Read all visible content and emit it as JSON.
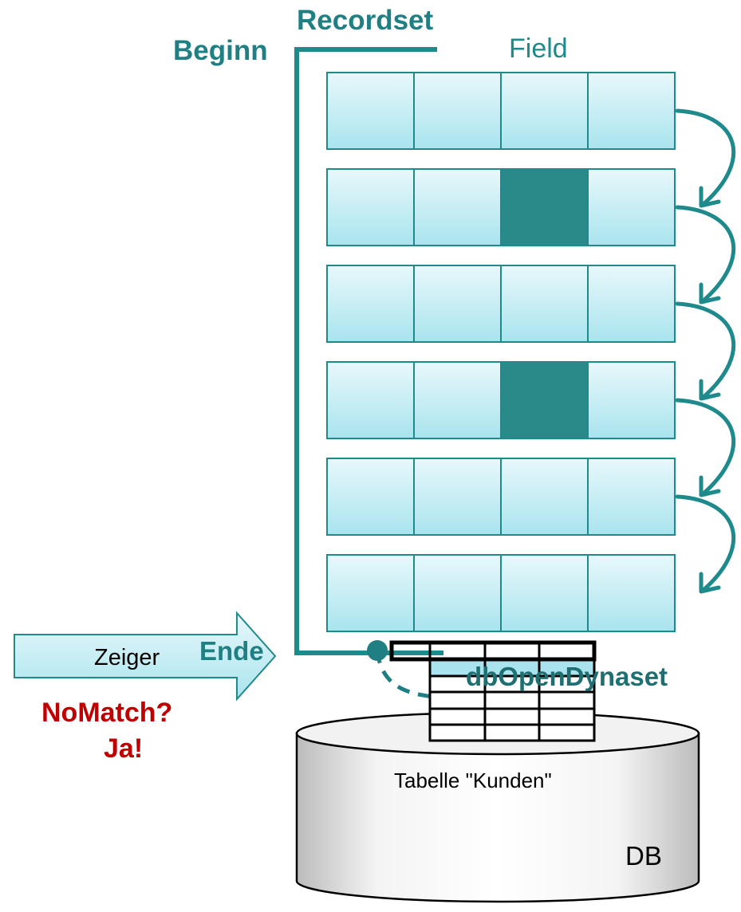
{
  "labels": {
    "recordset": "Recordset",
    "begin": "Beginn",
    "field": "Field",
    "end": "Ende",
    "pointer": "Zeiger",
    "nomatch": "NoMatch?",
    "yes": "Ja!",
    "open_mode": "dbOpenDynaset",
    "table_name": "Tabelle \"Kunden\"",
    "db": "DB"
  },
  "recordset": {
    "rows": 6,
    "fields_per_row": 4,
    "highlighted_cells": [
      [
        1,
        2
      ],
      [
        3,
        2
      ]
    ]
  },
  "colors": {
    "teal": "#1f8a8c",
    "highlight": "#2a8a8a",
    "cell_light": "#e8f8fb",
    "cell_dark": "#a9e4ee",
    "red": "#c00000"
  }
}
